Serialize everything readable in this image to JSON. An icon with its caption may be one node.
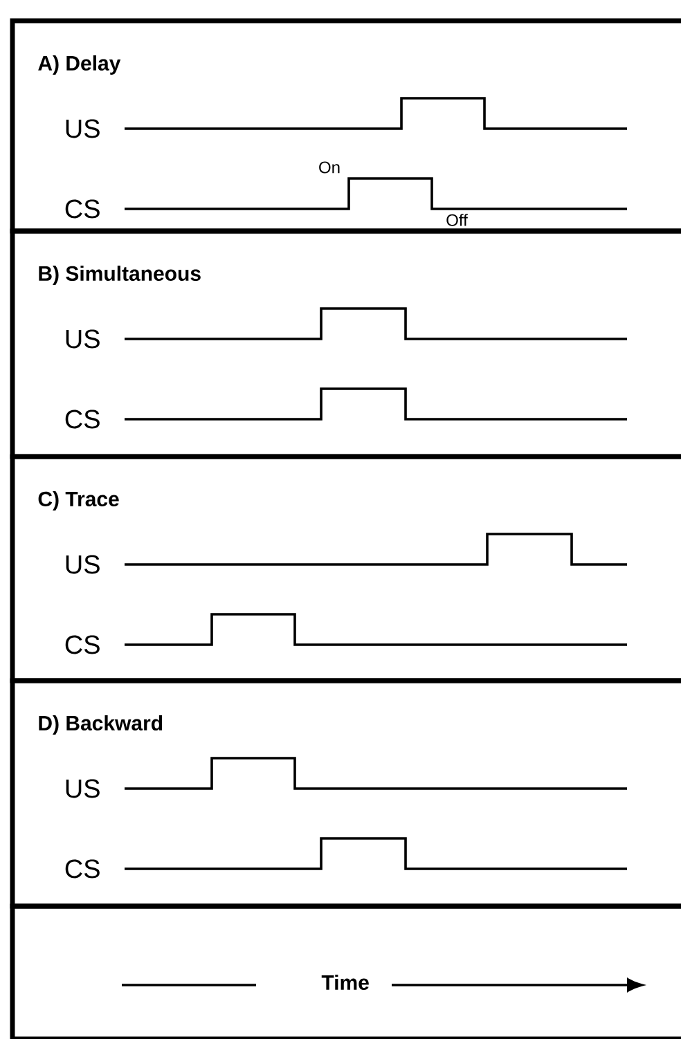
{
  "diagram": {
    "nodes": [
      {
        "text": [
          "A) Delay"
        ]
      },
      {
        "text": [
          "B) Simultaneous"
        ]
      },
      {
        "text": [
          "C) Trace"
        ]
      },
      {
        "text": [
          "D) Backward"
        ]
      },
      {
        "text": [
          "Time"
        ]
      }
    ],
    "labels": [
      "US",
      "CS",
      "On",
      "Off",
      "US",
      "CS",
      "US",
      "CS",
      "US",
      "CS"
    ]
  }
}
